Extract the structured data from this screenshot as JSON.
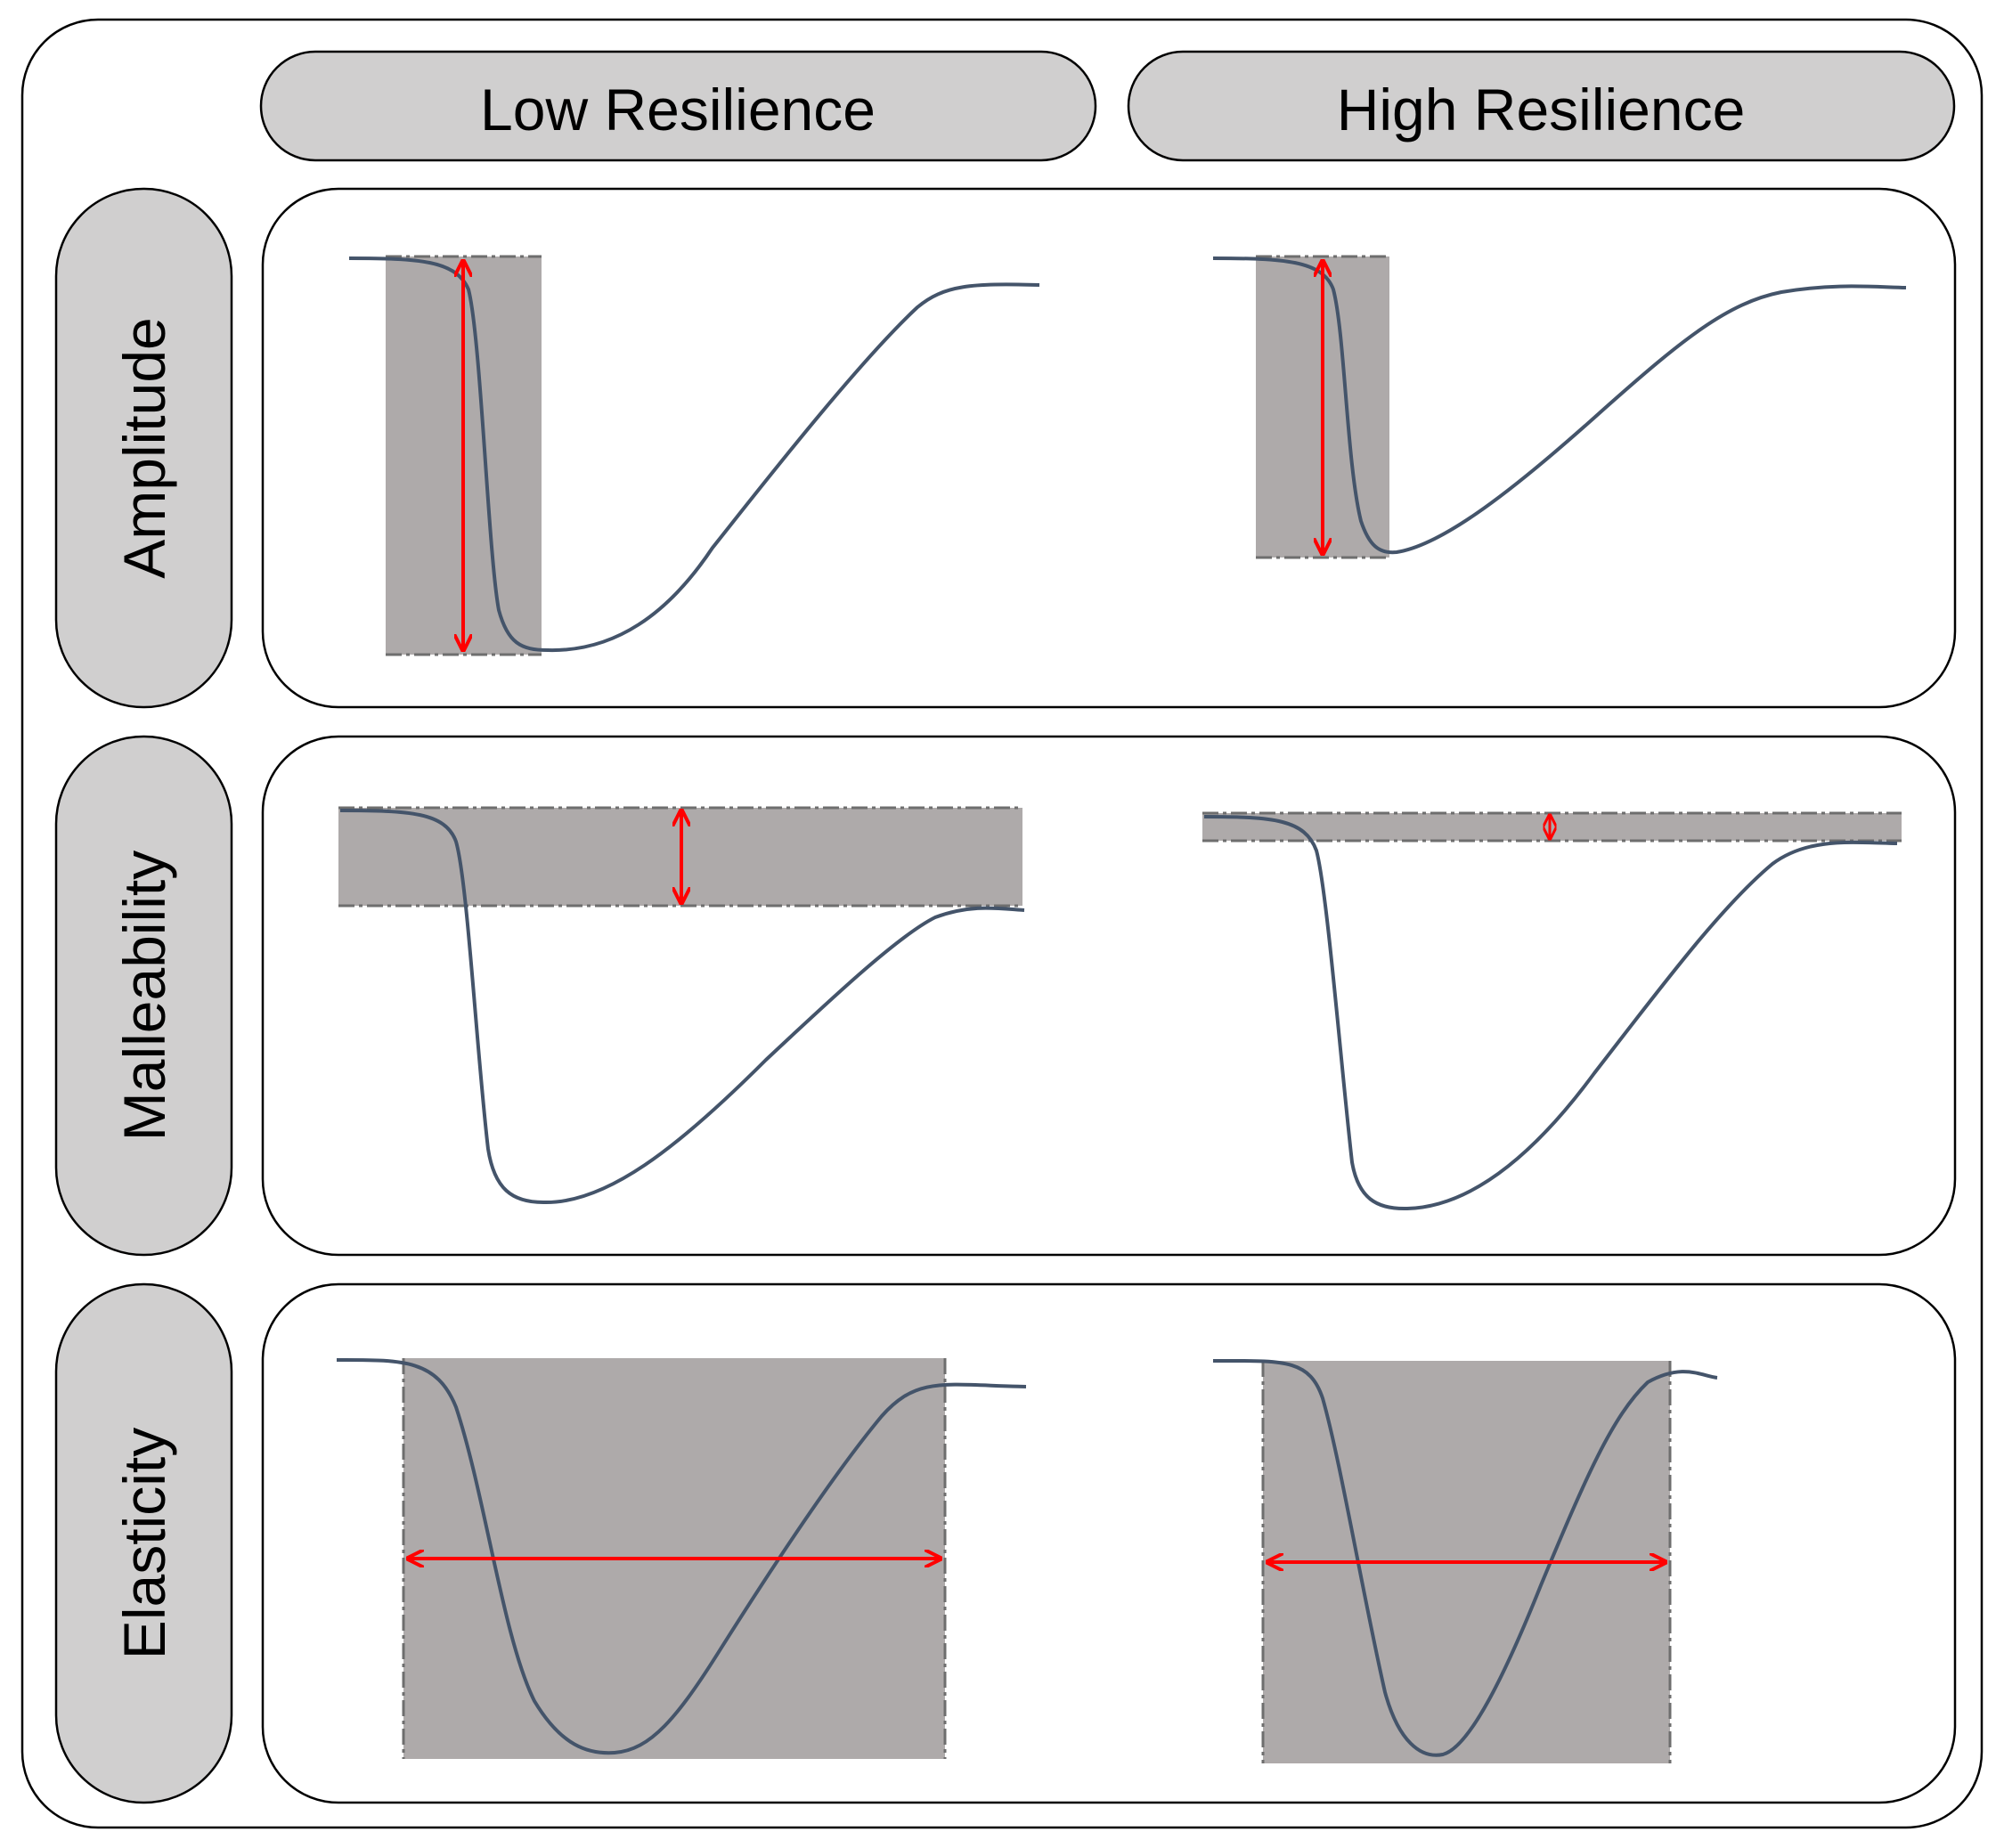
{
  "columns": {
    "low_label": "Low Resilience",
    "high_label": "High Resilience"
  },
  "rows": {
    "amplitude_label": "Amplitude",
    "malleability_label": "Malleability",
    "elasticity_label": "Elasticity"
  },
  "colors": {
    "header_fill": "#d0cfcf",
    "shade_fill": "#aeaaaa",
    "curve": "#44546a",
    "arrow": "#ff0000",
    "border": "#000000"
  }
}
